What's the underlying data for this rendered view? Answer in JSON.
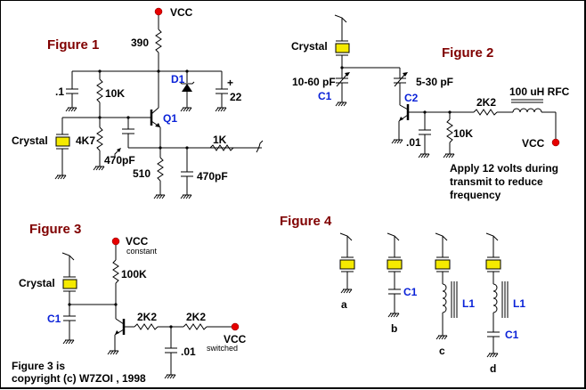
{
  "colors": {
    "title": "#800000",
    "ref_designator": "#0a22d8",
    "crystal": "#f5ea00",
    "vcc_terminal": "#e60000"
  },
  "figure1": {
    "title": "Figure 1",
    "vcc": "VCC",
    "r_top": "390",
    "c_bypass": ".1",
    "r_bias_top": "10K",
    "r_bias_bottom": "4K7",
    "diode": "D1",
    "cap_electrolytic": "22",
    "cap_polarity": "+",
    "transistor": "Q1",
    "crystal": "Crystal",
    "c_feedback": "470pF",
    "r_emitter": "510",
    "c_output": "470pF",
    "r_output": "1K"
  },
  "figure2": {
    "title": "Figure 2",
    "crystal": "Crystal",
    "c1_value": "10-60 pF",
    "c1_name": "C1",
    "c2_value": "5-30 pF",
    "c2_name": "C2",
    "r_series": "2K2",
    "rfc": "100 uH  RFC",
    "c_bypass": ".01",
    "r_bias": "10K",
    "vcc": "VCC",
    "note_lines": [
      "Apply 12 volts during",
      "transmit to reduce",
      "frequency"
    ]
  },
  "figure3": {
    "title": "Figure 3",
    "vcc_top": "VCC",
    "vcc_top_sub": "constant",
    "r_top": "100K",
    "crystal": "Crystal",
    "c1": "C1",
    "r1": "2K2",
    "r2": "2K2",
    "c_bypass": ".01",
    "vcc_right": "VCC",
    "vcc_right_sub": "switched",
    "copyright_lines": [
      "Figure 3 is",
      "copyright (c) W7ZOI  , 1998"
    ]
  },
  "figure4": {
    "title": "Figure 4",
    "variants": [
      {
        "label": "a",
        "parts": []
      },
      {
        "label": "b",
        "parts": [
          "C1"
        ]
      },
      {
        "label": "c",
        "parts": [
          "L1"
        ]
      },
      {
        "label": "d",
        "parts": [
          "L1",
          "C1"
        ]
      }
    ]
  }
}
